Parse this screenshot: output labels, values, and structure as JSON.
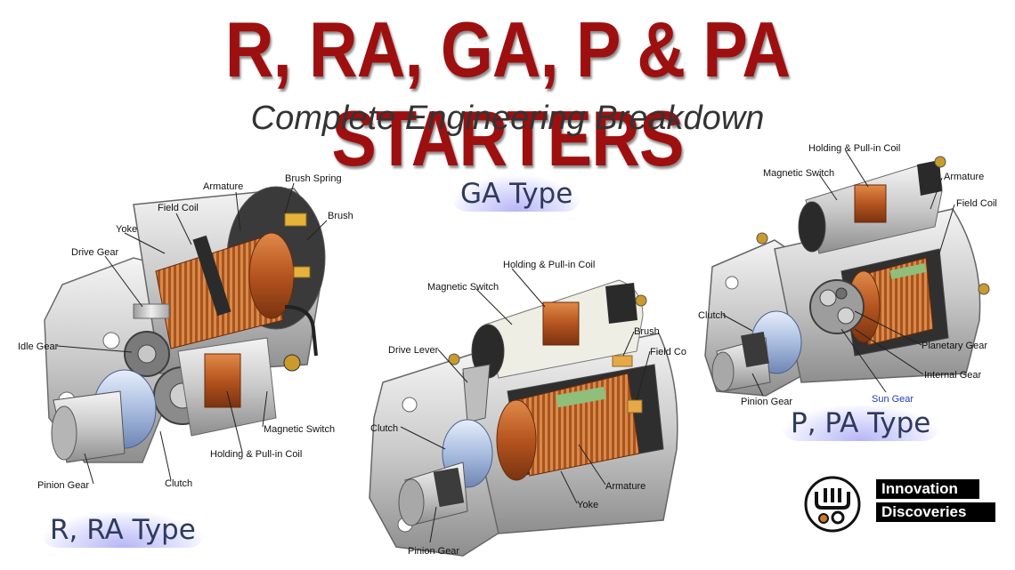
{
  "header": {
    "title": "R, RA, GA, P & PA STARTERS",
    "subtitle": "Complete Engineering Breakdown"
  },
  "types": {
    "r_ra": "R, RA Type",
    "ga": "GA Type",
    "p_pa": "P, PA Type"
  },
  "r_ra_labels": {
    "armature": "Armature",
    "brush_spring": "Brush Spring",
    "field_coil": "Field Coil",
    "brush": "Brush",
    "yoke": "Yoke",
    "drive_gear": "Drive Gear",
    "idle_gear": "Idle Gear",
    "magnetic_switch": "Magnetic Switch",
    "holding_coil": "Holding & Pull-in Coil",
    "pinion_gear": "Pinion Gear",
    "clutch": "Clutch"
  },
  "ga_labels": {
    "holding_coil": "Holding & Pull-in Coil",
    "magnetic_switch": "Magnetic Switch",
    "brush": "Brush",
    "drive_lever": "Drive Lever",
    "field_coil": "Field Co",
    "clutch": "Clutch",
    "armature": "Armature",
    "yoke": "Yoke",
    "pinion_gear": "Pinion Gear"
  },
  "p_pa_labels": {
    "holding_coil": "Holding & Pull-in Coil",
    "magnetic_switch": "Magnetic Switch",
    "armature": "Armature",
    "field_coil": "Field Coil",
    "clutch": "Clutch",
    "planetary_gear": "Planetary Gear",
    "internal_gear": "Internal Gear",
    "pinion_gear": "Pinion Gear",
    "sun_gear": "Sun Gear"
  },
  "brand": {
    "line1": "Innovation",
    "line2": "Discoveries"
  },
  "colors": {
    "title": "#9e0f10",
    "type_label": "#2e3a5e",
    "sun_gear_label": "#1f3fb0",
    "copper": "#b5541f"
  }
}
